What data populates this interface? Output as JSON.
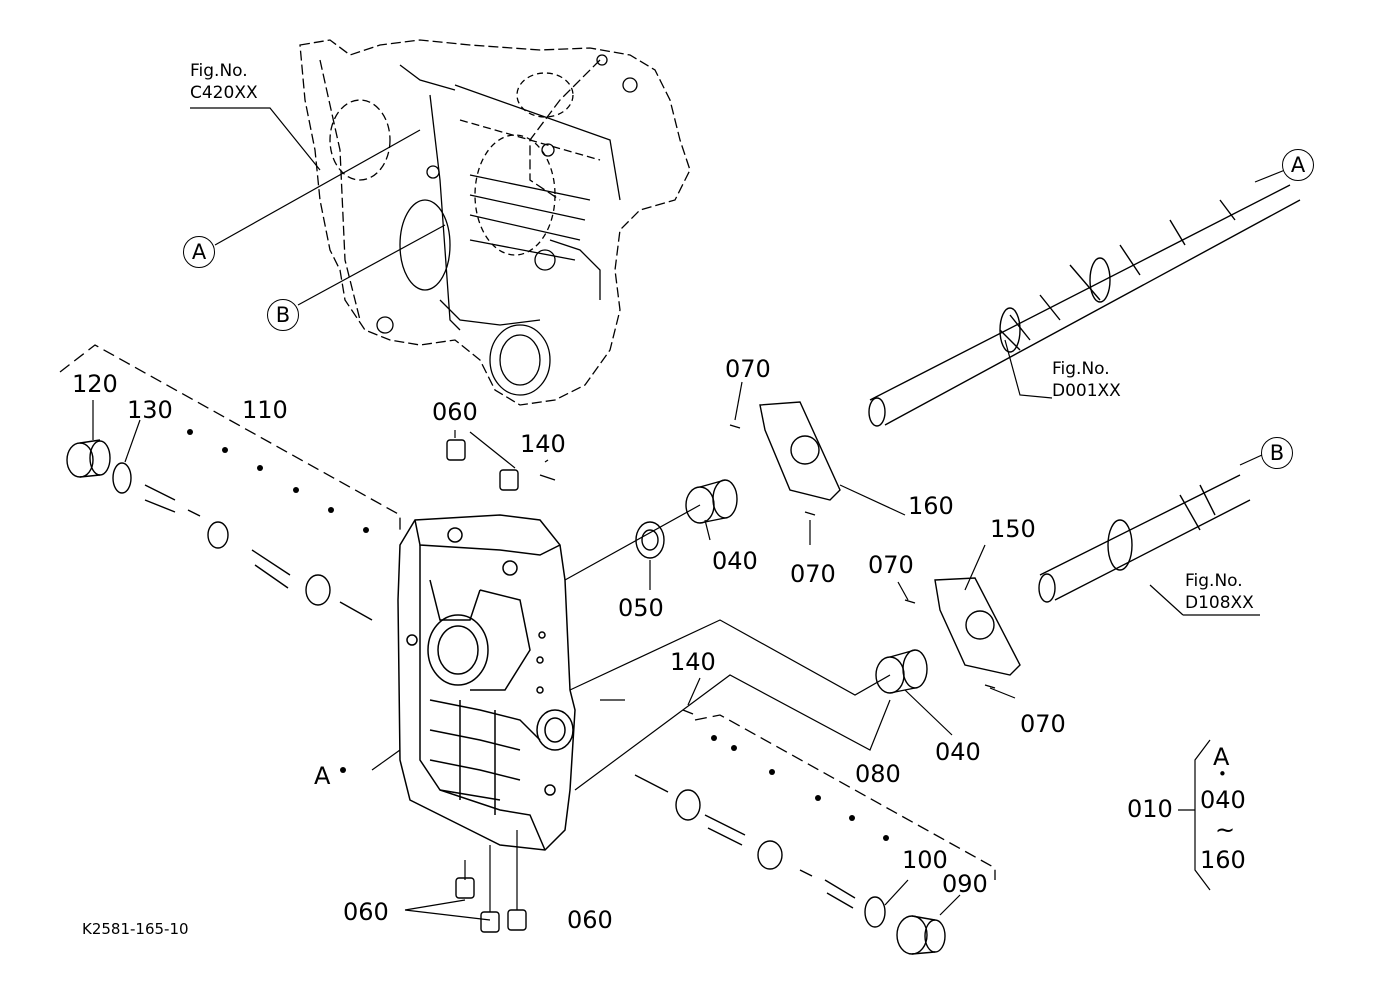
{
  "drawing_id": "K2581-165-10",
  "figure_refs": [
    {
      "id": "c420",
      "line1": "Fig.No.",
      "line2": "C420XX"
    },
    {
      "id": "d001",
      "line1": "Fig.No.",
      "line2": "D001XX"
    },
    {
      "id": "d108",
      "line1": "Fig.No.",
      "line2": "D108XX"
    }
  ],
  "ref_markers": {
    "a": "A",
    "b": "B"
  },
  "part_labels": {
    "p120": "120",
    "p130": "130",
    "p110": "110",
    "p060_top": "060",
    "p140_top": "140",
    "p070_top": "070",
    "p160": "160",
    "p050": "050",
    "p040_top": "040",
    "p070_mid": "070",
    "p150": "150",
    "p070_right": "070",
    "p140_bot": "140",
    "p070_bot": "070",
    "p040_bot": "040",
    "p080": "080",
    "p100": "100",
    "p090": "090",
    "p060_left": "060",
    "p060_right": "060",
    "body_a": "A"
  },
  "assembly_note": {
    "number": "010",
    "from": "A",
    "dot": "•",
    "mid": "040",
    "tilde": "~",
    "to": "160"
  }
}
